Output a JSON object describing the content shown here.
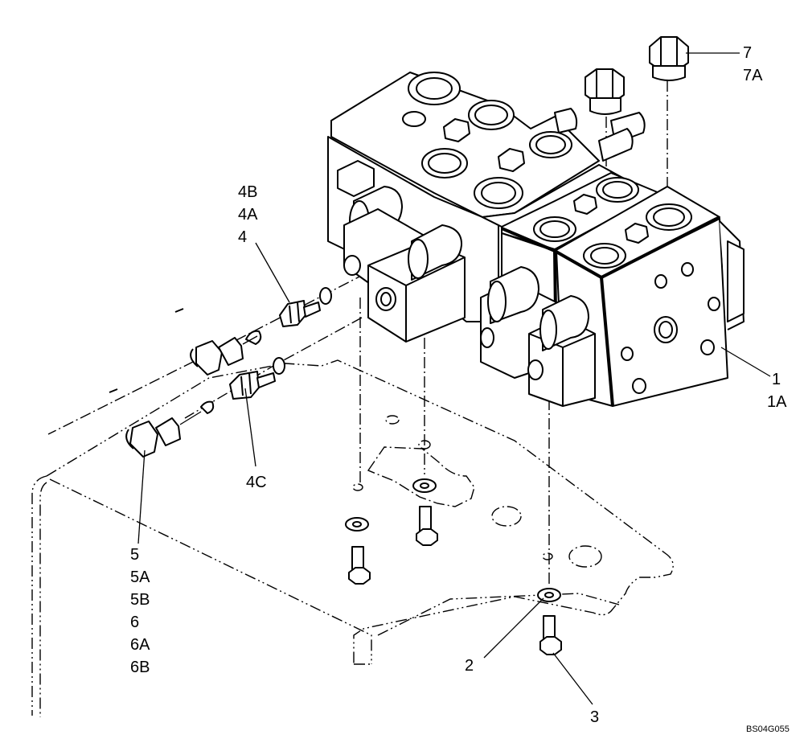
{
  "diagram": {
    "drawing_number": "BS04G055",
    "callouts": {
      "c7": "7",
      "c7a": "7A",
      "c4b": "4B",
      "c4a": "4A",
      "c4": "4",
      "c1": "1",
      "c1a": "1A",
      "c4c": "4C",
      "c5": "5",
      "c5a": "5A",
      "c5b": "5B",
      "c6": "6",
      "c6a": "6A",
      "c6b": "6B",
      "c2": "2",
      "c3": "3"
    }
  }
}
